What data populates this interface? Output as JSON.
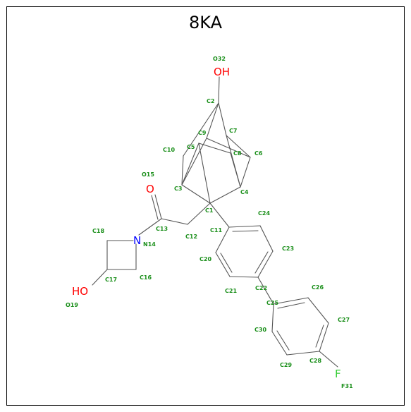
{
  "title": "8KA",
  "colors": {
    "bond": "#555555",
    "label": "#1a8f1a",
    "oxygen": "#ff0000",
    "nitrogen": "#0000ff",
    "fluorine": "#33cc33"
  },
  "atom_symbols": {
    "o32": "OH",
    "o15": "O",
    "n14": "N",
    "o19": "HO",
    "f31": "F"
  },
  "atom_labels": {
    "O32": "O32",
    "C2": "C2",
    "C9": "C9",
    "C7": "C7",
    "C10": "C10",
    "C5": "C5",
    "C8": "C8",
    "C6": "C6",
    "O15": "O15",
    "C3": "C3",
    "C4": "C4",
    "C1": "C1",
    "C24": "C24",
    "C18": "C18",
    "C13": "C13",
    "C11": "C11",
    "N14": "N14",
    "C12": "C12",
    "C23": "C23",
    "C20": "C20",
    "C17": "C17",
    "C16": "C16",
    "C22": "C22",
    "C26": "C26",
    "C21": "C21",
    "C25": "C25",
    "O19": "O19",
    "C27": "C27",
    "C30": "C30",
    "C28": "C28",
    "C29": "C29",
    "F31": "F31"
  }
}
